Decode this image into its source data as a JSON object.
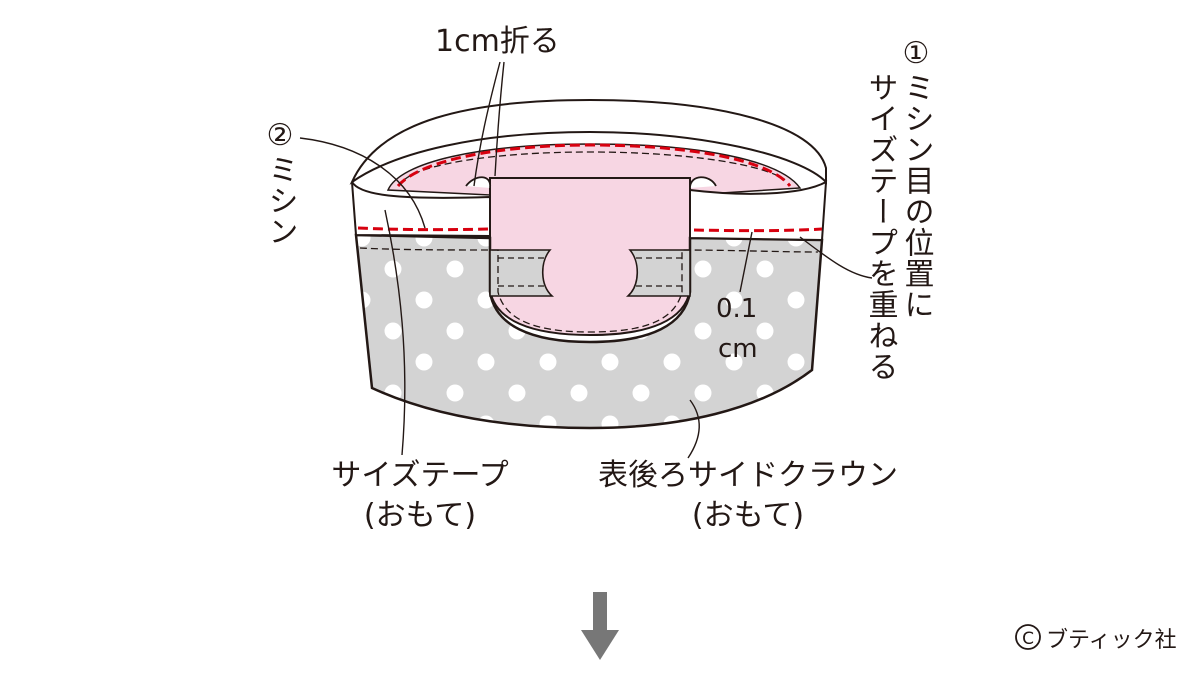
{
  "labels": {
    "fold_1cm": "1cm折る",
    "step1_line1": "①ミシン目の位置に",
    "step1_line2": "サイズテープを重ねる",
    "step2": "②ミシン",
    "gap_value": "0.1",
    "gap_unit": "cm",
    "size_tape_line1": "サイズテープ",
    "size_tape_line2": "(おもて)",
    "crown_line1": "表後ろサイドクラウン",
    "crown_line2": "(おもて)",
    "copyright": "ブティック社"
  },
  "icons": {
    "copyright_mark": "copyright-icon",
    "down_arrow": "down-arrow-icon"
  },
  "colors": {
    "outline": "#231815",
    "stitch_red": "#d7000f",
    "pink_lining": "#f7d6e3",
    "dot_fabric": "#d3d3d3",
    "dot": "#ffffff",
    "arrow": "#777777"
  }
}
